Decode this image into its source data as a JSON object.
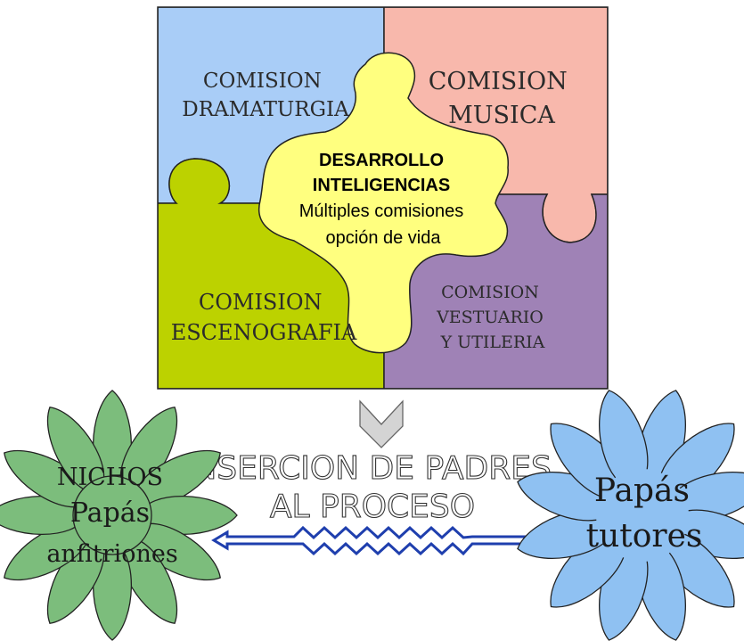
{
  "puzzle": {
    "piece_dramaturgia": [
      "COMISION",
      "DRAMATURGIA"
    ],
    "piece_musica": [
      "COMISION",
      "MUSICA"
    ],
    "piece_escenografia": [
      "COMISION",
      "ESCENOGRAFIA"
    ],
    "piece_vestuario": [
      "COMISION",
      "VESTUARIO",
      "Y UTILERIA"
    ],
    "center": [
      "DESARROLLO",
      "INTELIGENCIAS",
      "Múltiples comisiones",
      "opción de vida"
    ]
  },
  "middle": {
    "line1": "INSERCION DE PADRES",
    "line2": "AL PROCESO"
  },
  "left_flower": [
    "NICHOS",
    "Papás",
    "anfitriones"
  ],
  "right_flower": [
    "Papás",
    "tutores"
  ],
  "colors": {
    "blue": "#a9cdf7",
    "pink": "#f8b8ac",
    "green": "#bcd200",
    "purple": "#9f82b6",
    "yellow": "#ffff7f",
    "flower_green": "#7cbd7c",
    "flower_blue": "#8fc1f2",
    "arrow_blue": "#1f3fae"
  }
}
